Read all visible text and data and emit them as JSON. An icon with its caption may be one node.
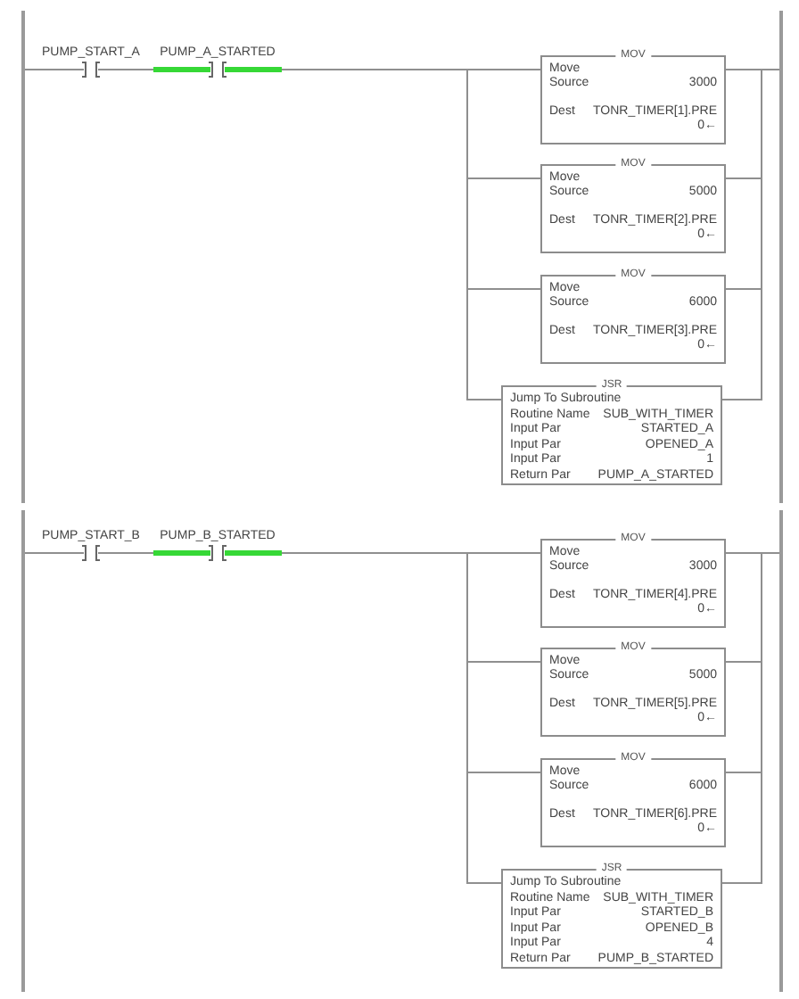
{
  "diagram": {
    "nodes": [
      {
        "text": [],
        "shape": "bar"
      },
      {
        "text": [],
        "shape": "bar"
      },
      {
        "text": [
          "PUMP_START_A"
        ]
      },
      {
        "text": [
          "PUMP_A_STARTED"
        ]
      },
      {
        "text": [
          "MOV",
          "Move",
          "Source",
          "3000",
          "Dest",
          "TONR_TIMER[1].PRE",
          "0←"
        ]
      },
      {
        "text": [
          "MOV",
          "Move",
          "Source",
          "5000",
          "Dest",
          "TONR_TIMER[2].PRE",
          "0←"
        ]
      },
      {
        "text": [
          "MOV",
          "Move",
          "Source",
          "6000",
          "Dest",
          "TONR_TIMER[3].PRE",
          "0←"
        ]
      },
      {
        "text": [
          "JSR",
          "Jump To Subroutine",
          "Routine Name",
          "SUB_WITH_TIMER",
          "Input Par",
          "STARTED_A",
          "Input Par",
          "OPENED_A",
          "Input Par",
          "1",
          "Return Par",
          "PUMP_A_STARTED"
        ]
      },
      {
        "text": [],
        "shape": "bar"
      },
      {
        "text": [],
        "shape": "bar"
      },
      {
        "text": [
          "PUMP_START_B"
        ]
      },
      {
        "text": [
          "PUMP_B_STARTED"
        ]
      },
      {
        "text": [
          "MOV",
          "Move",
          "Source",
          "3000",
          "Dest",
          "TONR_TIMER[4].PRE",
          "0←"
        ]
      },
      {
        "text": [
          "MOV",
          "Move",
          "Source",
          "5000",
          "Dest",
          "TONR_TIMER[5].PRE",
          "0←"
        ]
      },
      {
        "text": [
          "MOV",
          "Move",
          "Source",
          "6000",
          "Dest",
          "TONR_TIMER[6].PRE",
          "0←"
        ]
      },
      {
        "text": [
          "JSR",
          "Jump To Subroutine",
          "Routine Name",
          "SUB_WITH_TIMER",
          "Input Par",
          "STARTED_B",
          "Input Par",
          "OPENED_B",
          "Input Par",
          "4",
          "Return Par",
          "PUMP_B_STARTED"
        ]
      }
    ],
    "edges": [
      {
        "from": 0,
        "to": 2,
        "arrow": "none"
      },
      {
        "from": 2,
        "to": 3,
        "arrow": "none"
      },
      {
        "from": 3,
        "to": 4,
        "arrow": "none"
      },
      {
        "from": 3,
        "to": 5,
        "arrow": "none"
      },
      {
        "from": 3,
        "to": 6,
        "arrow": "none"
      },
      {
        "from": 3,
        "to": 7,
        "arrow": "none"
      },
      {
        "from": 4,
        "to": 1,
        "arrow": "none"
      },
      {
        "from": 5,
        "to": 1,
        "arrow": "none"
      },
      {
        "from": 6,
        "to": 1,
        "arrow": "none"
      },
      {
        "from": 7,
        "to": 1,
        "arrow": "none"
      },
      {
        "from": 8,
        "to": 10,
        "arrow": "none"
      },
      {
        "from": 10,
        "to": 11,
        "arrow": "none"
      },
      {
        "from": 11,
        "to": 12,
        "arrow": "none"
      },
      {
        "from": 11,
        "to": 13,
        "arrow": "none"
      },
      {
        "from": 11,
        "to": 14,
        "arrow": "none"
      },
      {
        "from": 11,
        "to": 15,
        "arrow": "none"
      },
      {
        "from": 12,
        "to": 9,
        "arrow": "none"
      },
      {
        "from": 13,
        "to": 9,
        "arrow": "none"
      },
      {
        "from": 14,
        "to": 9,
        "arrow": "none"
      },
      {
        "from": 15,
        "to": 9,
        "arrow": "none"
      }
    ]
  }
}
